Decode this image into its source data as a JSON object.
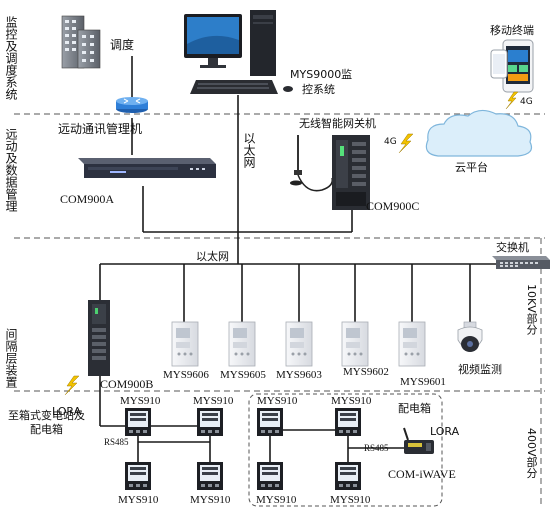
{
  "zones": {
    "monitor": "监控及调度系统",
    "remote": "远动及数据管理",
    "bay": "间隔层装置",
    "kv10": "10KV部分",
    "v400": "400V部分"
  },
  "nodes": {
    "dispatch": "调度",
    "mys9000_line1": "MYS9000监",
    "mys9000_line2": "控系统",
    "mobile_terminal": "移动终端",
    "signal_4g_top": "4G",
    "remote_comm": "远动通讯管理机",
    "com900a": "COM900A",
    "ethernet_vertical": "以太网",
    "wireless_gateway": "无线智能网关机",
    "signal_4g_mid": "4G",
    "cloud": "云平台",
    "com900c": "COM900C",
    "switch": "交换机",
    "ethernet_bus": "以太网",
    "com900b": "COM900B",
    "mys9606": "MYS9606",
    "mys9605": "MYS9605",
    "mys9603": "MYS9603",
    "mys9602": "MYS9602",
    "mys9601": "MYS9601",
    "video": "视频监测",
    "lora_left": "LORA",
    "substation_line1": "至箱式变电站及",
    "substation_line2": "配电箱",
    "meter_tl": "MYS910",
    "meter_tr": "MYS910",
    "meter_bl": "MYS910",
    "meter_br": "MYS910",
    "rs485_left": "RS485",
    "distribution_box": "配电箱",
    "meter_r_tl": "MYS910",
    "meter_r_tr": "MYS910",
    "lora_right": "LORA",
    "rs485_right": "RS485",
    "com_iwave": "COM-iWAVE",
    "meter_r_bl": "MYS910",
    "meter_r_br": "MYS910"
  },
  "colors": {
    "dash_line": "#777777",
    "bus_line": "#1a1a1a",
    "cloud_fill": "#dbeefa",
    "cloud_stroke": "#7fb6dc",
    "lightning": "#f2c200",
    "router": "#2f7fd8",
    "relay_body": "#eef0f3"
  },
  "icons": [
    "building-icon",
    "router-icon",
    "rack-server-icon",
    "computer-icon",
    "phone-icon",
    "cloud-icon",
    "gateway-icon",
    "switch-icon",
    "protection-relay-icon",
    "camera-icon",
    "lightning-icon",
    "power-meter-icon",
    "lora-module-icon"
  ]
}
